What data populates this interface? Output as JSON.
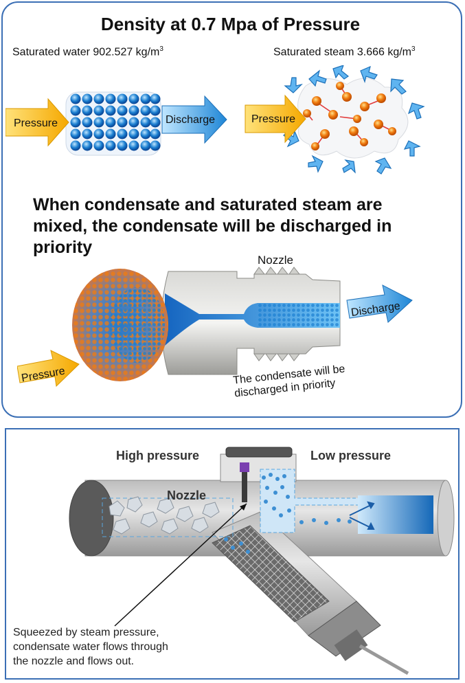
{
  "top": {
    "title": "Density at 0.7 Mpa of Pressure",
    "water_label": "Saturated  water 902.527  kg/m",
    "water_sup": "3",
    "steam_label": "Saturated  steam 3.666  kg/m",
    "steam_sup": "3",
    "pressure_label": "Pressure",
    "discharge_label": "Discharge",
    "heading": "When condensate and saturated steam are mixed, the condensate will be discharged in priority",
    "nozzle_label": "Nozzle",
    "note_line1": "The condensate  will be",
    "note_line2": "discharged  in priority"
  },
  "bottom": {
    "high_pressure": "High pressure",
    "low_pressure": "Low pressure",
    "nozzle": "Nozzle",
    "caption_line1": "Squeezed by steam pressure,",
    "caption_line2": "condensate water flows through",
    "caption_line3": "the nozzle and flows out."
  },
  "colors": {
    "frame": "#3b6fb5",
    "pressure_arrow": "#f5b400",
    "discharge_arrow": "#2e8fd8",
    "water_blue": "#1b7fd1",
    "steam_orange": "#f07b10"
  }
}
